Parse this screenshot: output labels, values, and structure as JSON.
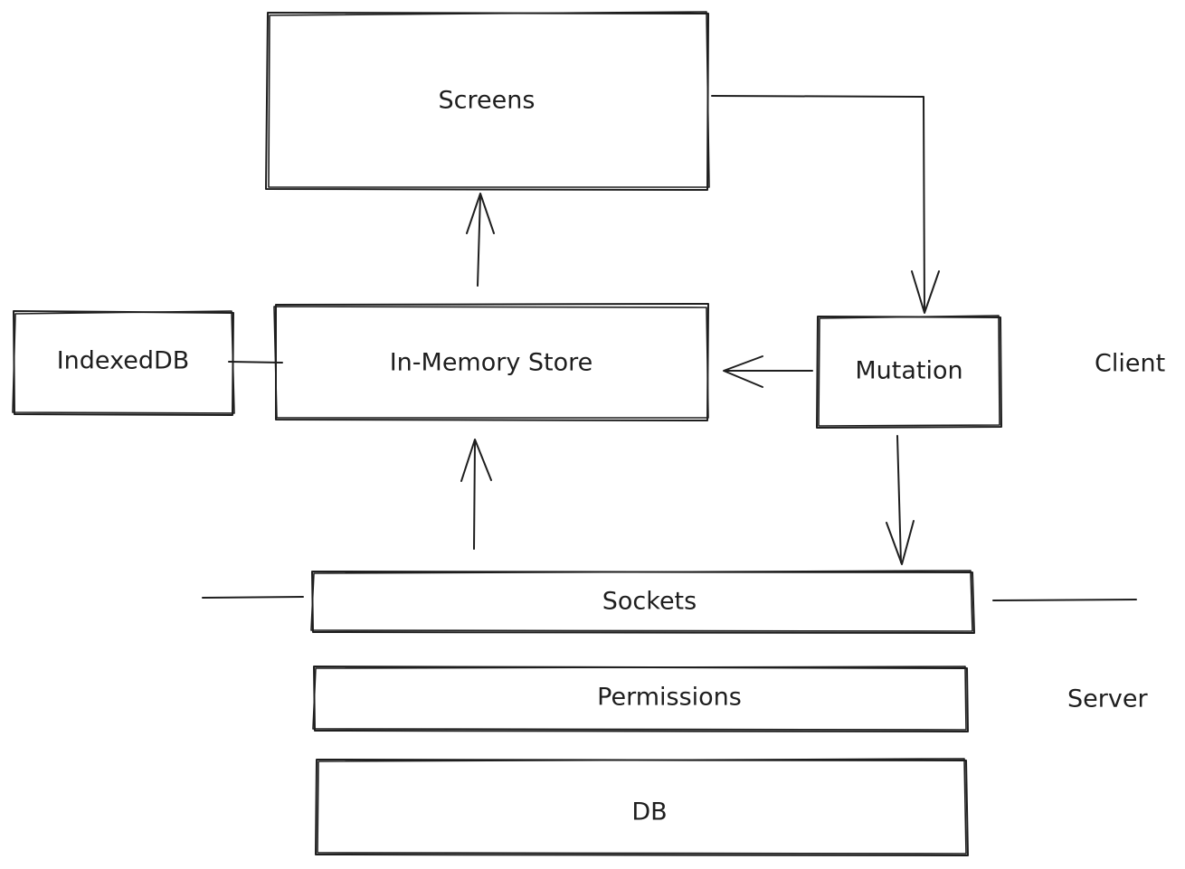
{
  "boxes": {
    "screens": "Screens",
    "in_memory_store": "In-Memory Store",
    "indexeddb": "IndexedDB",
    "mutation": "Mutation",
    "sockets": "Sockets",
    "permissions": "Permissions",
    "db": "DB"
  },
  "zones": {
    "client": "Client",
    "server": "Server"
  }
}
